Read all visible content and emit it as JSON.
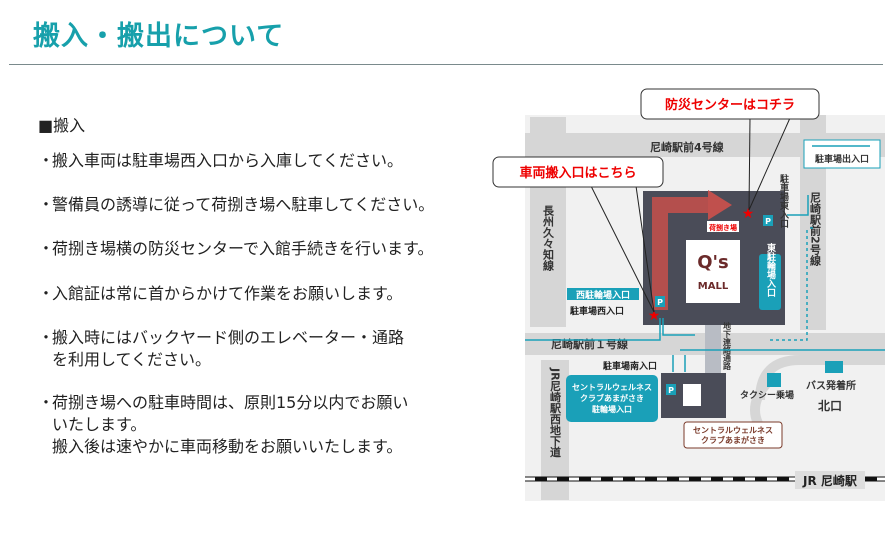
{
  "title": "搬入・搬出について",
  "section_heading": "■搬入",
  "bullets": [
    {
      "lines": [
        "搬入車両は駐車場西入口から入庫してください。"
      ]
    },
    {
      "lines": [
        "警備員の誘導に従って荷捌き場へ駐車してください。"
      ]
    },
    {
      "lines": [
        "荷捌き場横の防災センターで入館手続きを行います。"
      ]
    },
    {
      "lines": [
        "入館証は常に首からかけて作業をお願いします。"
      ]
    },
    {
      "lines": [
        "搬入時にはバックヤード側のエレベーター・通路",
        "を利用してください。"
      ]
    },
    {
      "lines": [
        "荷捌き場への駐車時間は、原則15分以内でお願い",
        "いたします。",
        "搬入後は速やかに車両移動をお願いいたします。"
      ]
    }
  ],
  "map": {
    "callout_bousai": "防災センターはコチラ",
    "callout_entry": "車両搬入口はこちら",
    "road_4": "尼崎駅前4号線",
    "road_1": "尼崎駅前１号線",
    "road_2": "尼崎駅前2号線",
    "road_choshu": "長州久々知線",
    "underpass_jr": "JR尼崎駅西地下道",
    "underpass_link": "地下連絡通路",
    "parking_exit": "駐車場出入口",
    "parking_east": "駐車場東入口",
    "bike_east": "東駐輪場入口",
    "bike_west": "西駐輪場入口",
    "parking_west": "駐車場西入口",
    "parking_south": "駐車場南入口",
    "loading": "荷捌き場",
    "mall_logo": "Q's MALL",
    "wellness_bike": [
      "セントラルウェルネス",
      "クラブあまがさき",
      "駐輪場入口"
    ],
    "wellness": [
      "セントラルウェルネス",
      "クラブあまがさき"
    ],
    "taxi": "タクシー乗場",
    "bus": "バス発着所",
    "north_exit": "北口",
    "station": "JR 尼崎駅",
    "p": "P"
  }
}
